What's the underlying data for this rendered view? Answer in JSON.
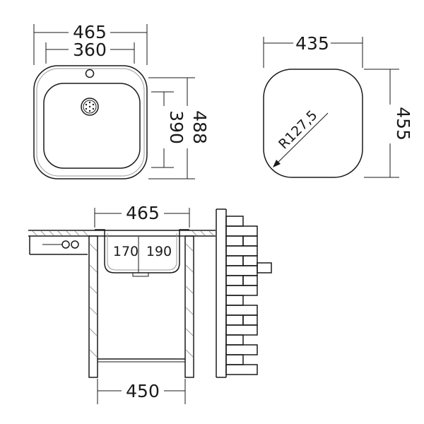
{
  "top_view": {
    "overall_width": "465",
    "bowl_width": "360",
    "bowl_depth": "390",
    "overall_depth": "488"
  },
  "bowl_view": {
    "width": "435",
    "depth": "455",
    "corner_radius": "R127,5"
  },
  "side_view": {
    "sink_width": "465",
    "depth_left": "170",
    "depth_right": "190",
    "cabinet_width": "450"
  }
}
